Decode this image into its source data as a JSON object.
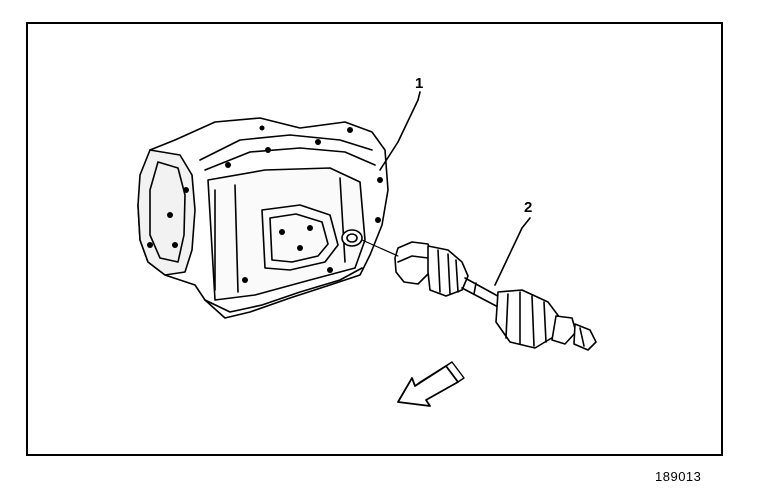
{
  "figure": {
    "id": "189013",
    "callouts": [
      {
        "label": "1",
        "target": "transaxle"
      },
      {
        "label": "2",
        "target": "drive-axle"
      }
    ],
    "direction_arrow": "front-arrow-icon"
  },
  "colors": {
    "line": "#000000",
    "background": "#ffffff",
    "shade": "#d8d8d8"
  }
}
